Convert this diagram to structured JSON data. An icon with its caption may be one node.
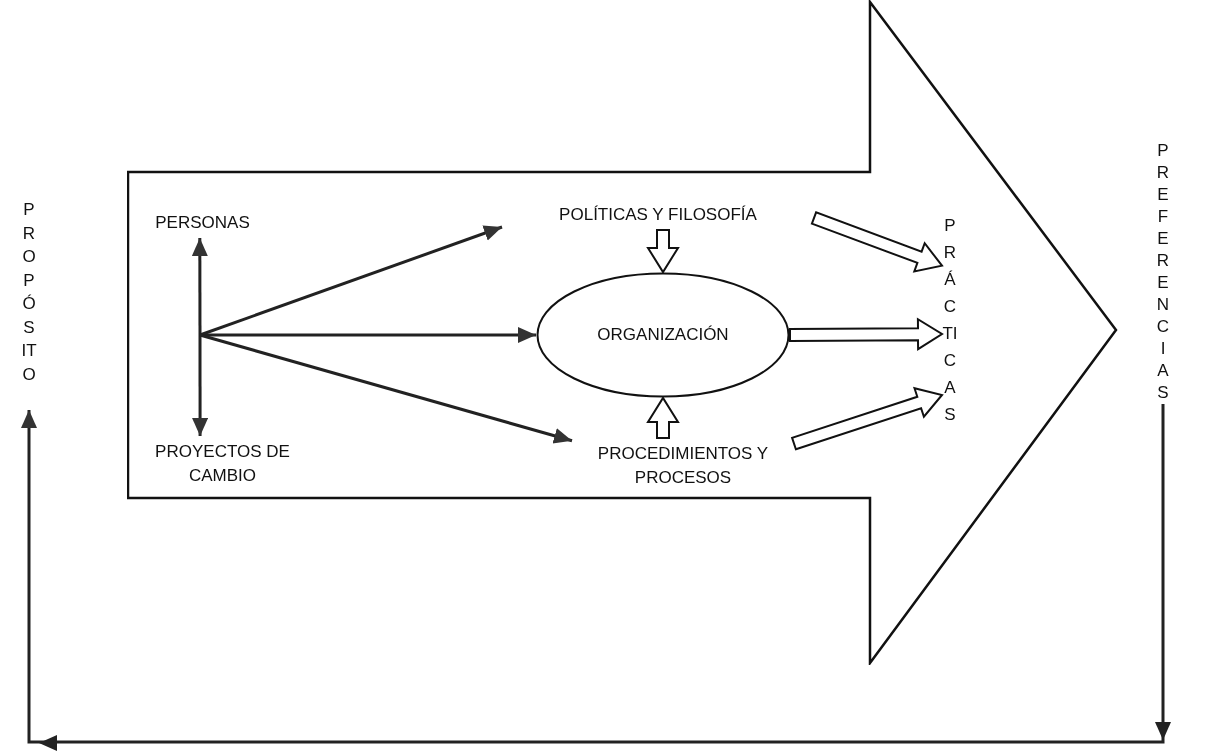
{
  "diagram": {
    "nodes": [
      {
        "text": [],
        "shape": "arrow"
      },
      {
        "text": [
          "PROPÓSITO"
        ]
      },
      {
        "text": [
          "PREFERENCIAS"
        ]
      },
      {
        "text": [
          "PERSONAS"
        ],
        "in": 0
      },
      {
        "text": [
          "POLÍTICAS Y FILOSOFÍA"
        ],
        "in": 0
      },
      {
        "text": [
          "ORGANIZACIÓN"
        ],
        "in": 0
      },
      {
        "text": [
          "PROYECTOS DE CAMBIO"
        ],
        "in": 0
      },
      {
        "text": [
          "PROCEDIMIENTOS Y PROCESOS"
        ],
        "in": 0
      },
      {
        "text": [
          "PRÁCTICAS"
        ],
        "in": 0
      }
    ],
    "edges": [
      {
        "from": null,
        "to": 3,
        "arrow": "to"
      },
      {
        "from": null,
        "to": 6,
        "arrow": "to"
      },
      {
        "from": null,
        "to": 4,
        "arrow": "to"
      },
      {
        "from": null,
        "to": 5,
        "arrow": "to"
      },
      {
        "from": null,
        "to": 7,
        "arrow": "to"
      },
      {
        "from": 4,
        "to": 5,
        "arrow": "to",
        "style": "thick"
      },
      {
        "from": 7,
        "to": 5,
        "arrow": "to",
        "style": "thick"
      },
      {
        "from": 4,
        "to": 8,
        "arrow": "to",
        "style": "thick"
      },
      {
        "from": 5,
        "to": 8,
        "arrow": "to",
        "style": "thick"
      },
      {
        "from": 7,
        "to": 8,
        "arrow": "to",
        "style": "thick"
      },
      {
        "from": 2,
        "to": 1,
        "arrow": "to"
      }
    ]
  }
}
